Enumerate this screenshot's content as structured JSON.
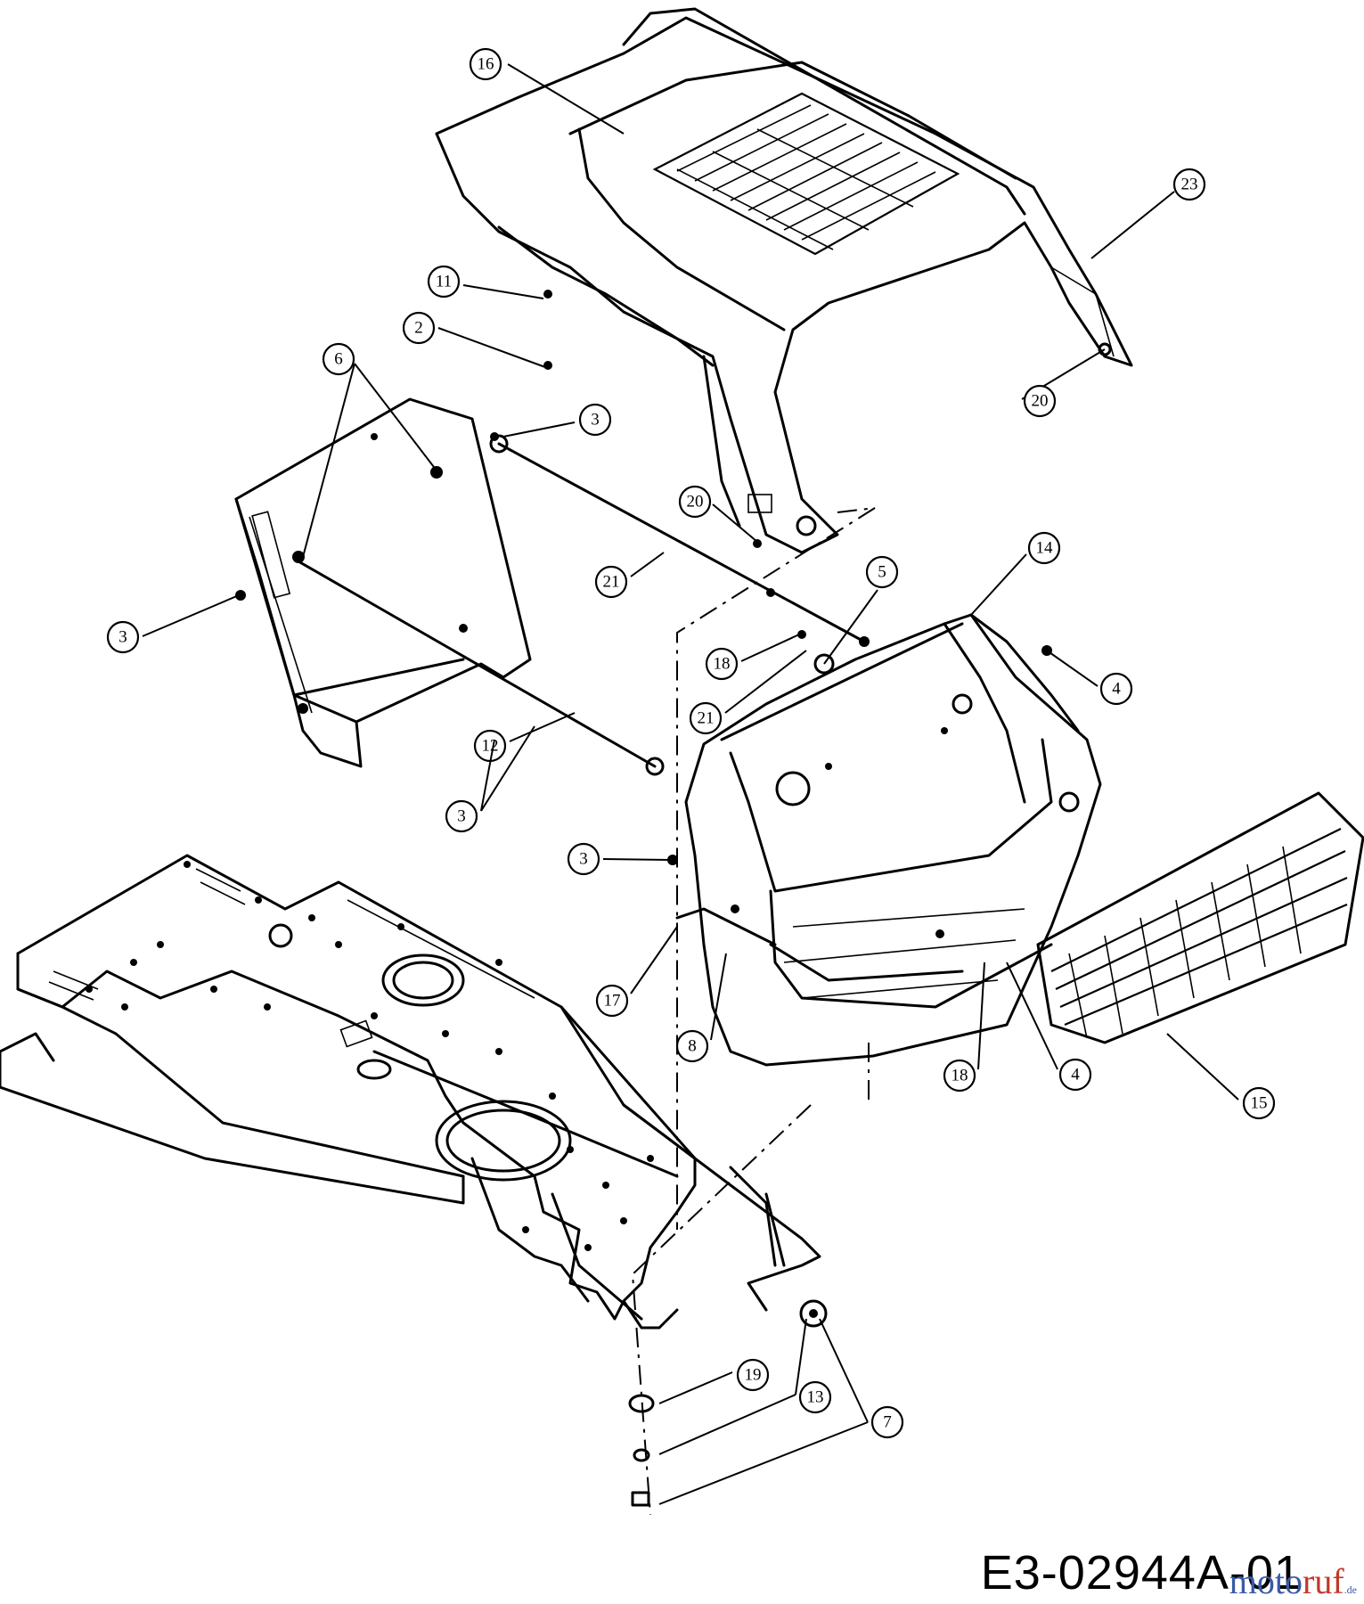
{
  "drawing_code": "E3-02944A-01",
  "watermark": {
    "part_a": "moto",
    "part_b": "ruf",
    "suffix": ".de"
  },
  "callouts": [
    "16",
    "23",
    "11",
    "2",
    "6",
    "3",
    "20",
    "20",
    "21",
    "5",
    "14",
    "3",
    "4",
    "18",
    "21",
    "12",
    "3",
    "3",
    "17",
    "8",
    "18",
    "4",
    "15",
    "19",
    "13",
    "7"
  ]
}
